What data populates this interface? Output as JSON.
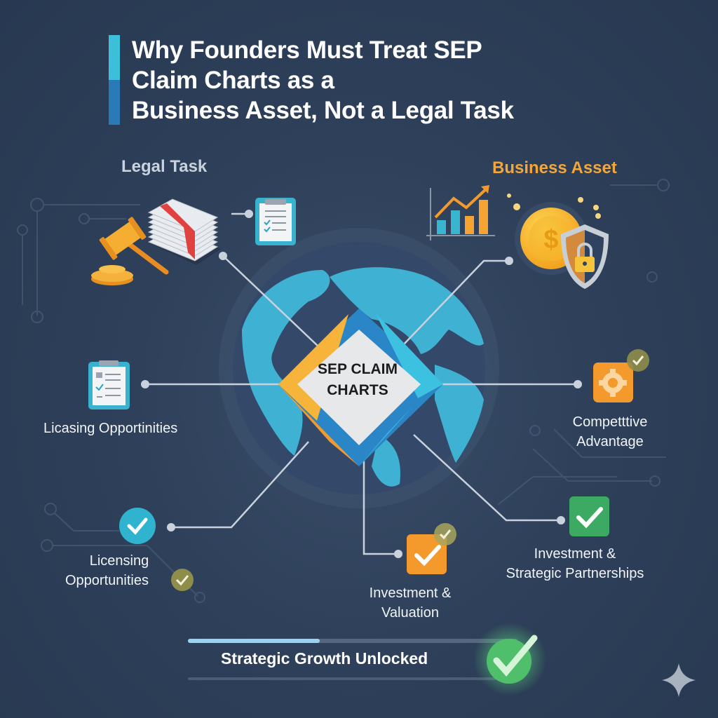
{
  "title": {
    "lines": [
      "Why Founders Must Treat SEP",
      "Claim Charts as a",
      "Business Asset, Not a Legal Task"
    ],
    "accent_colors": [
      "#3cbfd8",
      "#2a7ab8"
    ]
  },
  "sections": {
    "left": {
      "label": "Legal Task",
      "color": "#c9d3df",
      "icons": [
        "gavel-icon",
        "document-stack-icon",
        "clipboard-checklist-icon"
      ]
    },
    "right": {
      "label": "Business Asset",
      "color": "#f3a63a",
      "icons": [
        "growth-bar-chart-icon",
        "dollar-coin-icon",
        "shield-lock-icon"
      ]
    }
  },
  "center": {
    "line1": "SEP CLAIM",
    "line2": "CHARTS",
    "icon": "globe-icon"
  },
  "nodes": [
    {
      "id": "licasing",
      "label": "Licasing Opportinities",
      "icon": "clipboard-checklist-icon"
    },
    {
      "id": "competitive",
      "label_lines": [
        "Competttive",
        "Advantage"
      ],
      "icon": "gear-icon",
      "badge": "check-badge-icon",
      "color": "#f49a2c"
    },
    {
      "id": "licensing",
      "label_lines": [
        "Licensing",
        "Opportunities"
      ],
      "icon": "check-circle-icon",
      "badge": "check-badge-icon",
      "color": "#2fb3cf"
    },
    {
      "id": "valuation",
      "label_lines": [
        "Investment &",
        "Valuation"
      ],
      "icon": "check-square-icon",
      "badge": "check-badge-icon",
      "color": "#f49a2c"
    },
    {
      "id": "partnerships",
      "label_lines": [
        "Investment &",
        "Strategic Partnerships"
      ],
      "icon": "check-square-icon",
      "color": "#3daa63"
    }
  ],
  "footer": {
    "label": "Strategic Growth Unlocked",
    "progress_percent": 38,
    "icon": "glowing-check-icon",
    "color": "#4fbf6c"
  },
  "corner_icon": "sparkle-icon"
}
